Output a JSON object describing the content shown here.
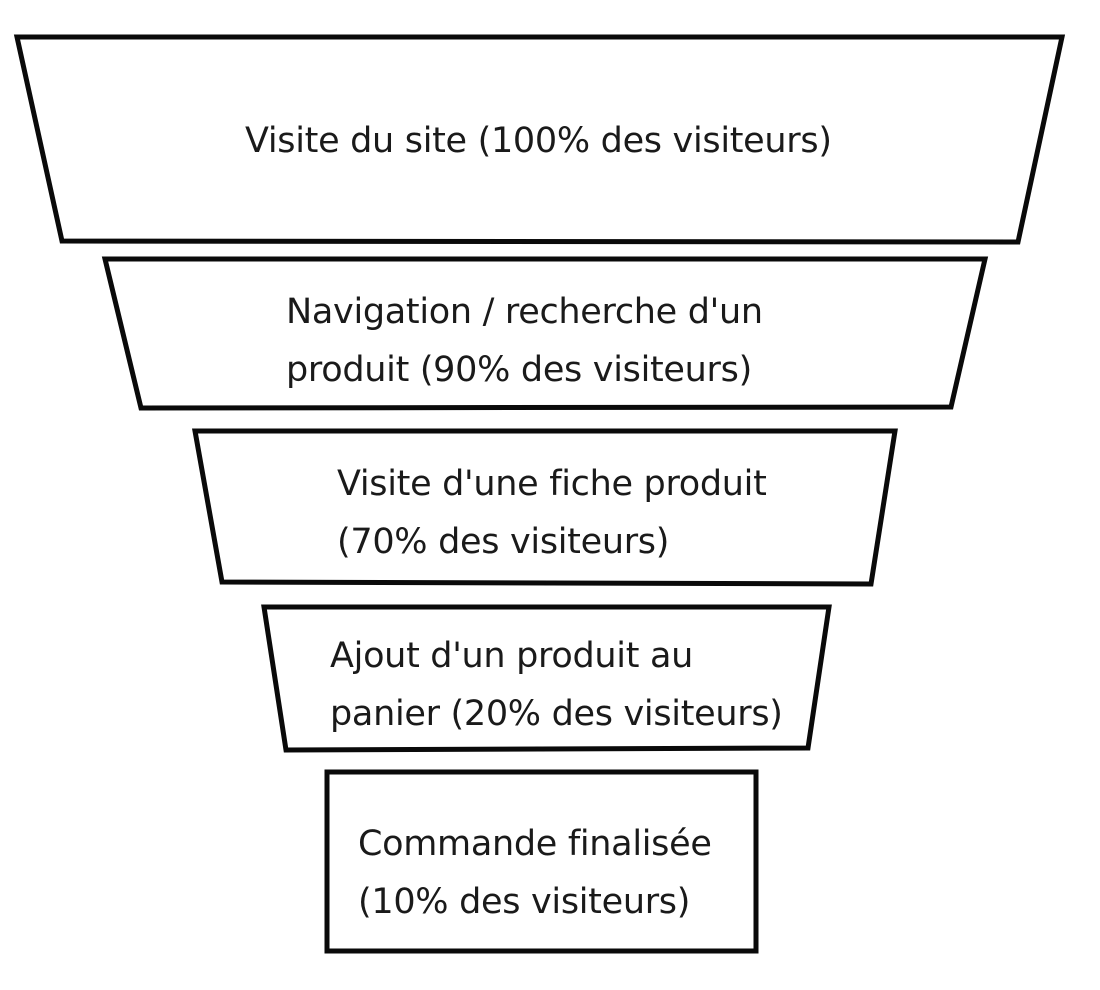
{
  "diagram": {
    "stages": [
      {
        "line1": "Visite du site (100% des visiteurs)",
        "line2": ""
      },
      {
        "line1": "Navigation / recherche d'un",
        "line2": "produit (90% des visiteurs)"
      },
      {
        "line1": "Visite d'une fiche produit",
        "line2": "(70% des visiteurs)"
      },
      {
        "line1": "Ajout d'un produit au",
        "line2": "panier (20% des visiteurs)"
      },
      {
        "line1": "Commande finalisée",
        "line2": "(10% des visiteurs)"
      }
    ]
  }
}
